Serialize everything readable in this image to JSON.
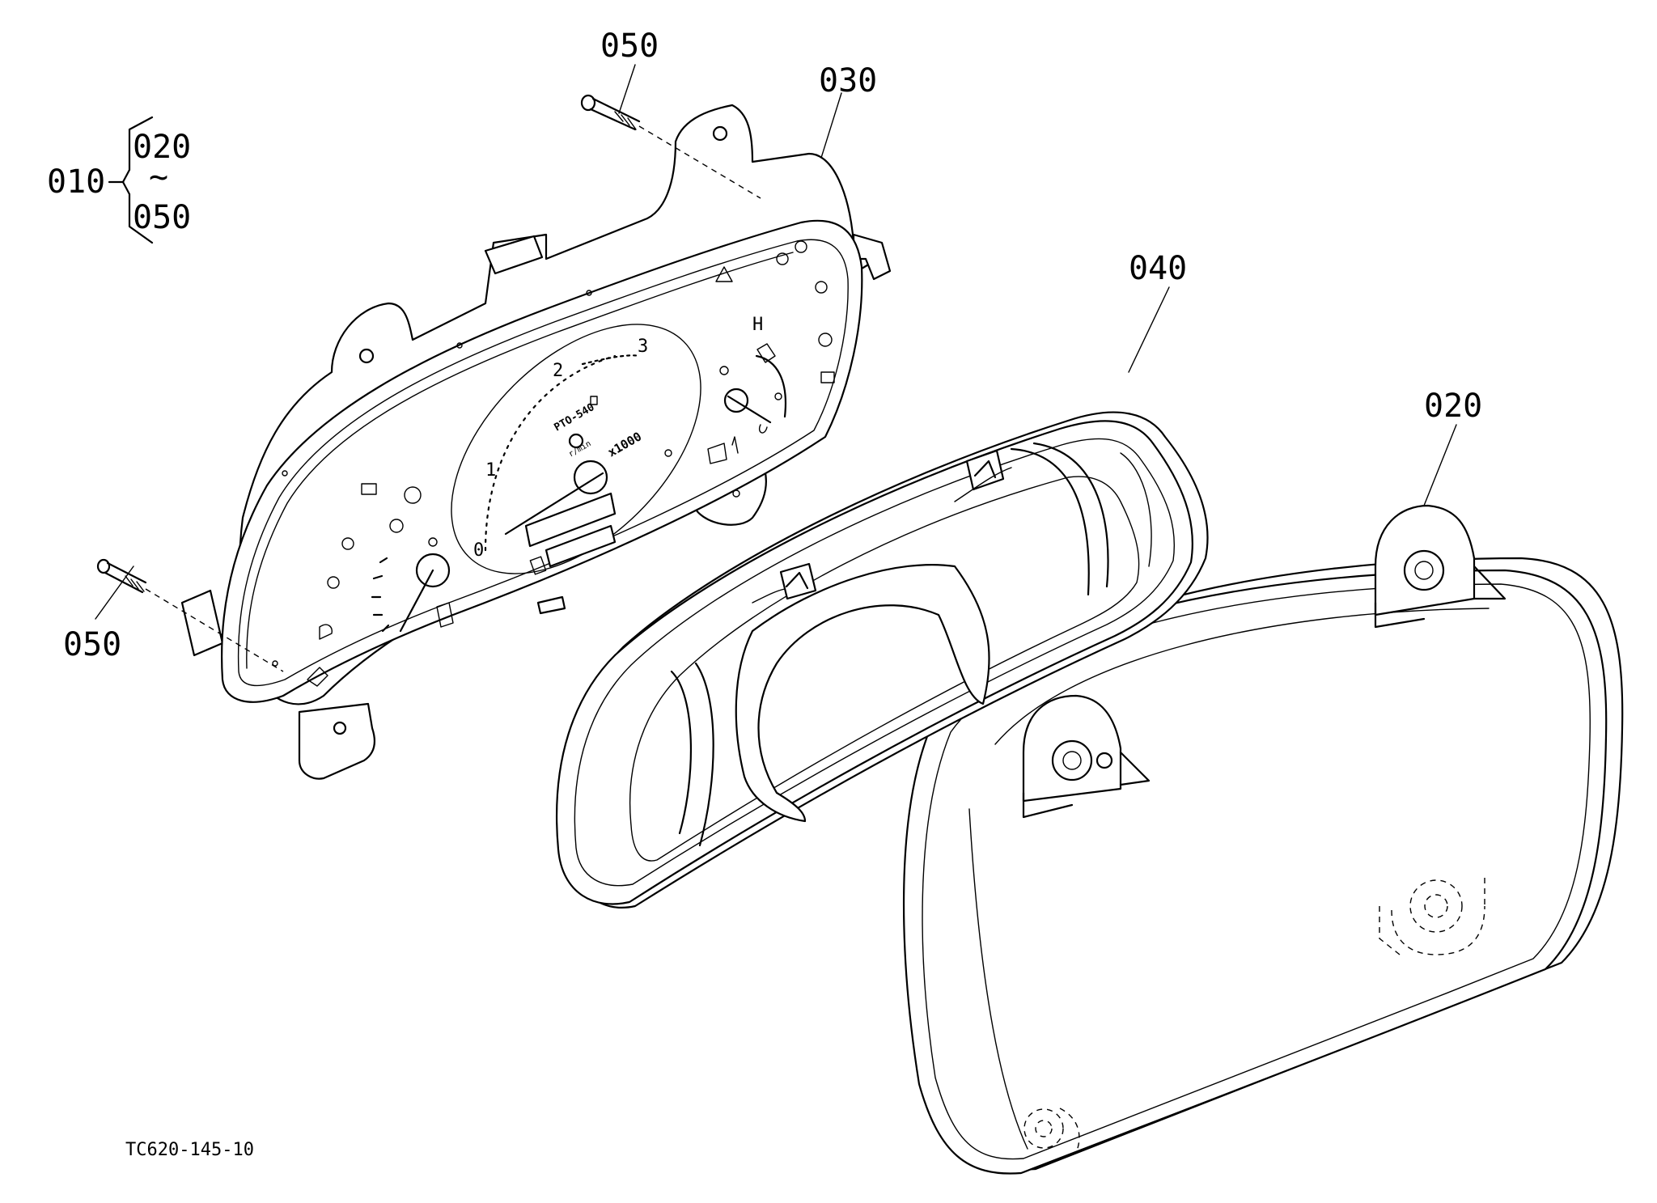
{
  "callouts": {
    "top_050": "050",
    "part_030": "030",
    "part_040": "040",
    "part_020": "020",
    "left_050": "050"
  },
  "assembly_group": {
    "parent": "010",
    "from": "020",
    "tilde": "~",
    "to": "050"
  },
  "gauge_marks": {
    "tach_0": "0",
    "tach_1": "1",
    "tach_2": "2",
    "tach_3": "3",
    "pto": "PTO-540",
    "rpm_unit": "r/min",
    "multiplier": "x1000",
    "temp_hot": "H"
  },
  "drawing_code": "TC620-145-10"
}
